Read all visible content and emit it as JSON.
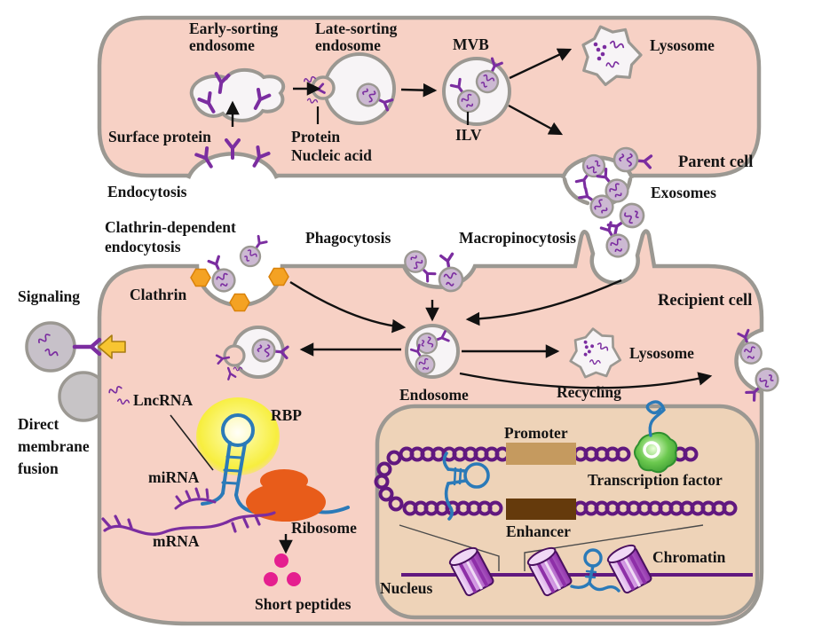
{
  "figure_labels": {
    "early_sorting_endosome": [
      "Early-sorting",
      "endosome"
    ],
    "late_sorting_endosome": [
      "Late-sorting",
      "endosome"
    ],
    "mvb": "MVB",
    "lysosome_parent": "Lysosome",
    "surface_protein": "Surface protein",
    "protein_nucleic_acid": [
      "Protein",
      "Nucleic acid"
    ],
    "ilv": "ILV",
    "parent_cell": "Parent cell",
    "endocytosis": "Endocytosis",
    "exosomes": "Exosomes",
    "clathrin_dependent_endocytosis": [
      "Clathrin-dependent",
      "endocytosis"
    ],
    "phagocytosis": "Phagocytosis",
    "macropinocytosis": "Macropinocytosis",
    "signaling": "Signaling",
    "clathrin": "Clathrin",
    "recipient_cell": "Recipient cell",
    "lysosome_recipient": "Lysosome",
    "direct_membrane_fusion": [
      "Direct",
      "membrane",
      "fusion"
    ],
    "lncrna": "LncRNA",
    "rbp": "RBP",
    "mirna": "miRNA",
    "mrna": "mRNA",
    "ribosome": "Ribosome",
    "endosome": "Endosome",
    "recycling": "Recycling",
    "short_peptides": "Short peptides",
    "promoter": "Promoter",
    "transcription_factor": "Transcription factor",
    "enhancer": "Enhancer",
    "nucleus": "Nucleus",
    "chromatin": "Chromatin"
  },
  "colors": {
    "cell_fill": "#f7d1c5",
    "membrane_gray": "#9b9892",
    "nucleus_fill": "#eed3b8",
    "organelle_fill": "#f7f4f6",
    "vesicle_fill": "#ccb9d2",
    "rna_purple": "#7b2da0",
    "dna_purple": "#61187f",
    "clathrin_orange": "#f4a223",
    "ribosome_orange": "#e85c1a",
    "peptide_magenta": "#e51f8f",
    "rna_blue": "#2b7ab8",
    "rbp_yellow": "#f7ee3e",
    "promoter_tan": "#c59a5f",
    "enhancer_brown": "#653a0c",
    "tf_green": "#57b847",
    "text": "#141414"
  }
}
